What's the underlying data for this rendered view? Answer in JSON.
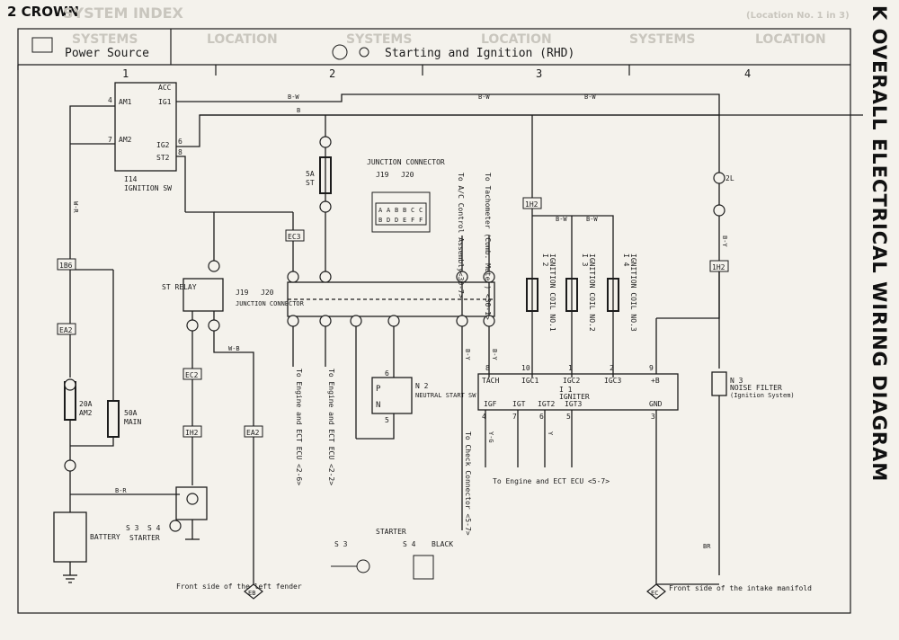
{
  "page": {
    "header": "2 CROWN",
    "side_title": "K  OVERALL ELECTRICAL WIRING DIAGRAM"
  },
  "background_bleed": [
    "SYSTEM INDEX",
    "SYSTEMS",
    "LOCATION",
    "SYSTEMS",
    "LOCATION",
    "SYSTEMS",
    "LOCATION",
    "(Location No. 1 in 3)"
  ],
  "sections": {
    "power": "Power Source",
    "starting": "Starting and Ignition (RHD)"
  },
  "columns": [
    "1",
    "2",
    "3",
    "4"
  ],
  "components": {
    "ign_sw": {
      "name": "IGNITION SW",
      "code": "I14",
      "terms": [
        "ACC",
        "IG1",
        "IG2",
        "ST2",
        "AM1",
        "AM2"
      ],
      "pins": [
        "4",
        "7",
        "6",
        "8"
      ]
    },
    "st_relay": {
      "name": "ST RELAY"
    },
    "junction": {
      "name": "JUNCTION CONNECTOR",
      "code_a": "J19",
      "code_b": "J20"
    },
    "jconn": {
      "title": "JUNCTION CONNECTOR",
      "codes": [
        "J19",
        "J20"
      ],
      "row1": [
        "A",
        "A",
        "B",
        "B",
        "C",
        "C"
      ],
      "row2": [
        "B",
        "D",
        "D",
        "E",
        "F",
        "F"
      ]
    },
    "fuse_st": {
      "rating": "5A",
      "name": "ST"
    },
    "fuse_am2": {
      "rating": "20A",
      "name": "AM2"
    },
    "fuse_main": {
      "rating": "50A",
      "name": "MAIN"
    },
    "neutral": {
      "code": "N 2",
      "name": "NEUTRAL START SW",
      "p": "P",
      "n": "N",
      "pins": [
        "6",
        "5"
      ]
    },
    "igniter": {
      "code": "I 1",
      "name": "IGNITER",
      "top": [
        "TACH",
        "IGC1",
        "IGC2",
        "IGC3",
        "+B"
      ],
      "top_pins": [
        "8",
        "10",
        "1",
        "2",
        "9"
      ],
      "bottom": [
        "IGF",
        "IGT",
        "IGT2",
        "IGT3",
        "GND"
      ],
      "bottom_pins": [
        "4",
        "7",
        "6",
        "5",
        "3"
      ]
    },
    "coils": [
      {
        "code": "I 2",
        "name": "IGNITION COIL NO.1"
      },
      {
        "code": "I 3",
        "name": "IGNITION COIL NO.2"
      },
      {
        "code": "I 4",
        "name": "IGNITION COIL NO.3"
      }
    ],
    "noise": {
      "code": "N 3",
      "name": "NOISE FILTER",
      "sub": "(Ignition System)"
    },
    "battery": {
      "name": "BATTERY"
    },
    "starter": {
      "name": "STARTER",
      "s3": "S 3",
      "s4": "S 4",
      "black": "BLACK"
    }
  },
  "connectors": [
    "1B6",
    "EA2",
    "EC2",
    "IH2",
    "EA2",
    "EC3",
    "1H2",
    "2L",
    "1H2"
  ],
  "wires": {
    "bw": "B-W",
    "b": "B",
    "br": "BR",
    "wr": "W-R",
    "by": "B-Y",
    "wb": "W-B",
    "yg": "Y-G",
    "y": "Y",
    "br_r": "B-R"
  },
  "notes": {
    "ac": "To A/C Control Assembly<30-7>",
    "tacho": "To Tachometer (Comb. Meter) <30-1>",
    "eng1": "To Engine and ECT ECU <2-6>",
    "eng2": "To Engine and ECT ECU <2-2>",
    "eng3": "To Engine and ECT ECU <5-7>",
    "check": "To Check Connector <5-7>",
    "ground_eb": "Front side of the left fender",
    "ground_ec": "Front side of the intake manifold",
    "eb": "EB",
    "ec": "EC"
  },
  "colors": {
    "ink": "#1c1c1c",
    "paper": "#f4f2ec",
    "ghost": "#c9c6be"
  }
}
